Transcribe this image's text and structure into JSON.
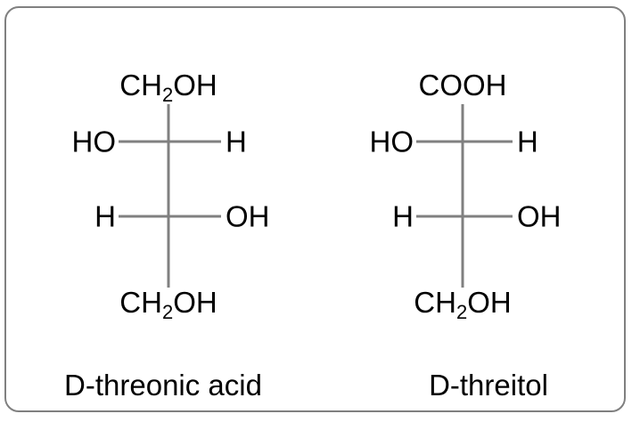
{
  "figure": {
    "border_color": "#808080",
    "background_color": "#ffffff",
    "bond_color": "#808080",
    "text_color": "#000000"
  },
  "structures": [
    {
      "id": "d-threonic-acid",
      "caption": "D-threonic acid",
      "top_group": "CH",
      "top_group_sub": "2",
      "top_group_tail": "OH",
      "bottom_group": "CH",
      "bottom_group_sub": "2",
      "bottom_group_tail": "OH",
      "stereocenters": [
        {
          "left": "HO",
          "right": "H"
        },
        {
          "left": "H",
          "right": "OH"
        }
      ]
    },
    {
      "id": "d-threitol",
      "caption": "D-threitol",
      "top_group": "COOH",
      "top_group_sub": "",
      "top_group_tail": "",
      "bottom_group": "CH",
      "bottom_group_sub": "2",
      "bottom_group_tail": "OH",
      "stereocenters": [
        {
          "left": "HO",
          "right": "H"
        },
        {
          "left": "H",
          "right": "OH"
        }
      ]
    }
  ],
  "chart_data": {
    "type": "diagram",
    "title": "",
    "diagram_kind": "fischer-projection-pair",
    "items": [
      {
        "name": "D-threonic acid",
        "backbone_top": "CH2OH",
        "backbone_bottom": "CH2OH",
        "rows": [
          {
            "left_substituent": "HO",
            "right_substituent": "H"
          },
          {
            "left_substituent": "H",
            "right_substituent": "OH"
          }
        ]
      },
      {
        "name": "D-threitol",
        "backbone_top": "COOH",
        "backbone_bottom": "CH2OH",
        "rows": [
          {
            "left_substituent": "HO",
            "right_substituent": "H"
          },
          {
            "left_substituent": "H",
            "right_substituent": "OH"
          }
        ]
      }
    ]
  }
}
